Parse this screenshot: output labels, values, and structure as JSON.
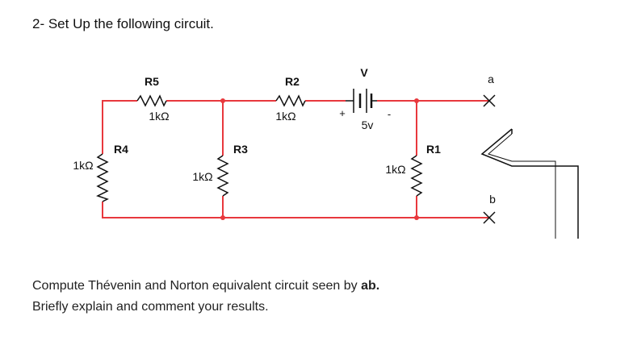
{
  "heading": "2- Set Up the following circuit.",
  "components": {
    "R5": {
      "name": "R5",
      "value": "1kΩ"
    },
    "R2": {
      "name": "R2",
      "value": "1kΩ"
    },
    "R4": {
      "name": "R4",
      "value": "1kΩ"
    },
    "R3": {
      "name": "R3",
      "value": "1kΩ"
    },
    "R1": {
      "name": "R1",
      "value": "1kΩ"
    },
    "V": {
      "name": "V",
      "value": "5v",
      "plus": "+",
      "minus": "-"
    }
  },
  "terminals": {
    "a": "a",
    "b": "b"
  },
  "question": {
    "line1_prefix": "Compute Thévenin and Norton equivalent circuit seen by ",
    "line1_bold": "ab.",
    "line2": "Briefly explain and comment your results."
  },
  "colors": {
    "wire": "#e8383d",
    "component": "#111111"
  }
}
